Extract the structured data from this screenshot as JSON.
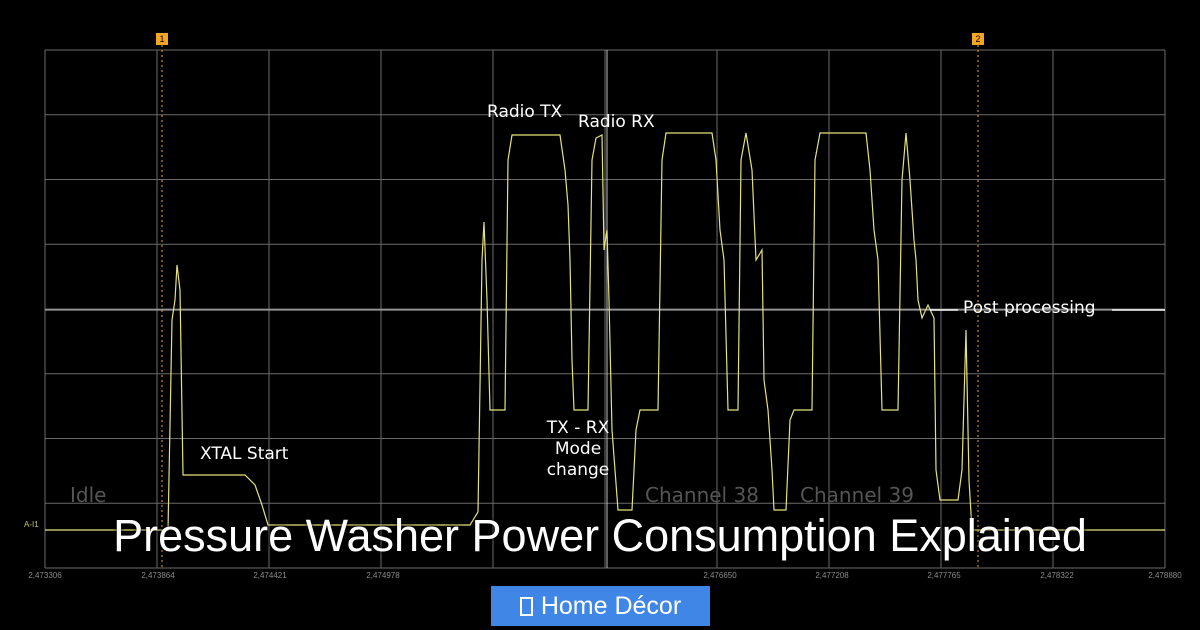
{
  "scope": {
    "x_ticks": [
      "2,473306",
      "2,473864",
      "2,474421",
      "2,474978",
      "2,476650",
      "2,477208",
      "2,477765",
      "2,478322",
      "2,478880"
    ],
    "channel_label": "A-I1",
    "markers": [
      "1",
      "2"
    ],
    "trace_color": "#e6e27a",
    "marker_color": "#f5a524"
  },
  "annotations": {
    "radio_tx": "Radio TX",
    "radio_rx": "Radio RX",
    "xtal_start": "XTAL Start",
    "mode_change": "TX - RX Mode change",
    "post_processing": "Post processing",
    "idle": "Idle",
    "channel_38": "Channel 38",
    "channel_39": "Channel 39"
  },
  "title": "Pressure Washer Power Consumption Explained",
  "category": {
    "icon": "folder-icon",
    "label": "Home Décor",
    "color": "#3f86e6"
  }
}
